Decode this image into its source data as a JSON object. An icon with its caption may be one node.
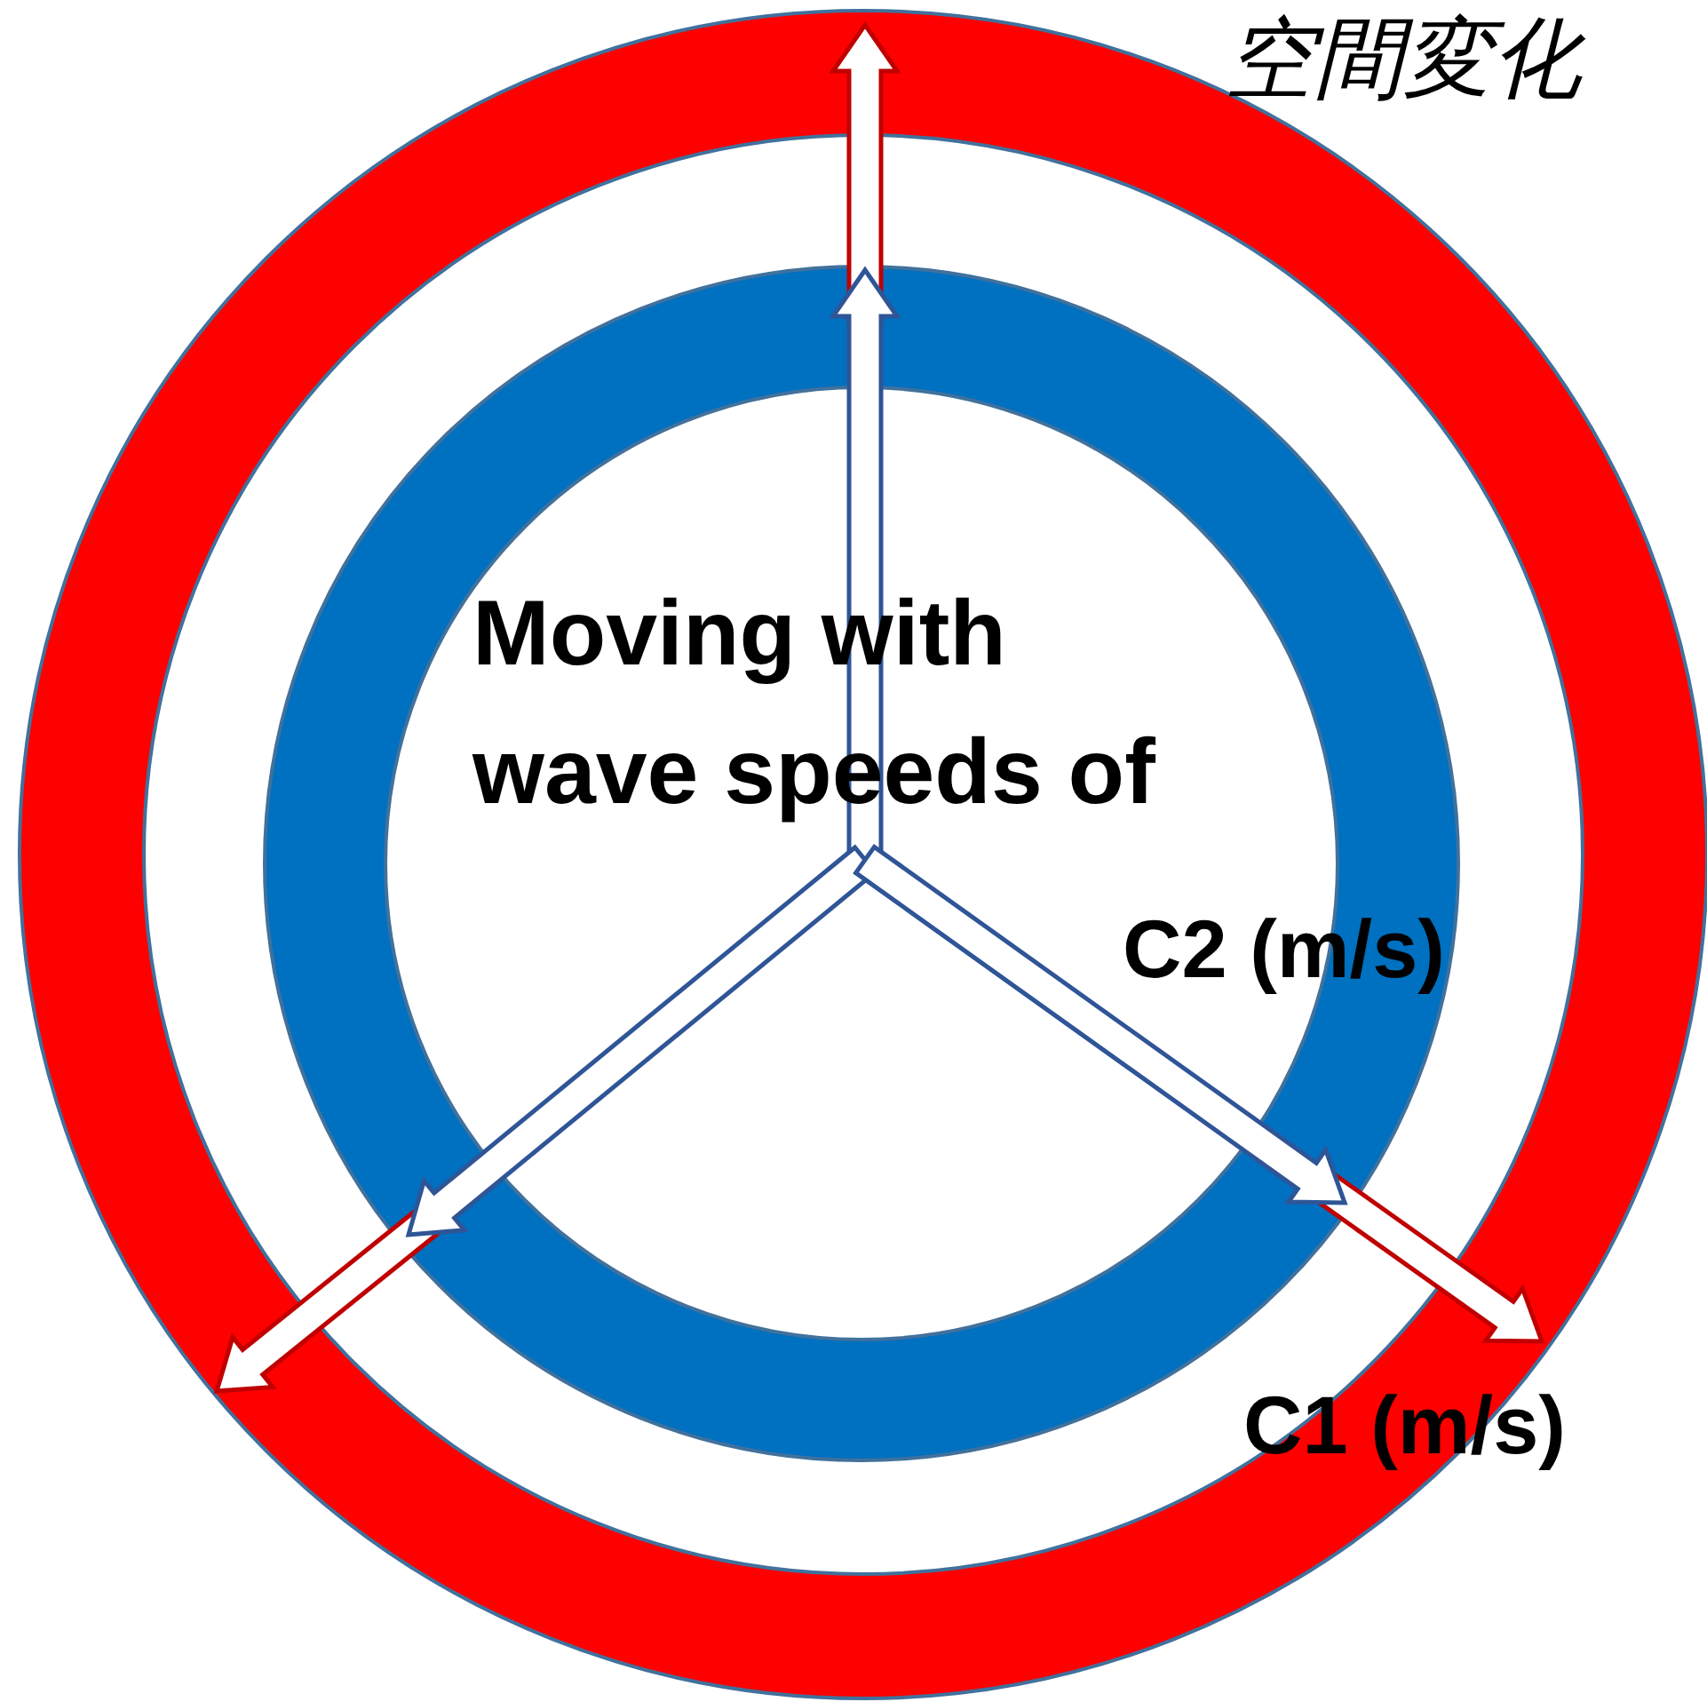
{
  "diagram": {
    "labels": [
      "空間変化",
      "Moving with wave speeds of",
      "C2 (m/s)",
      "C1 (m/s)"
    ]
  }
}
